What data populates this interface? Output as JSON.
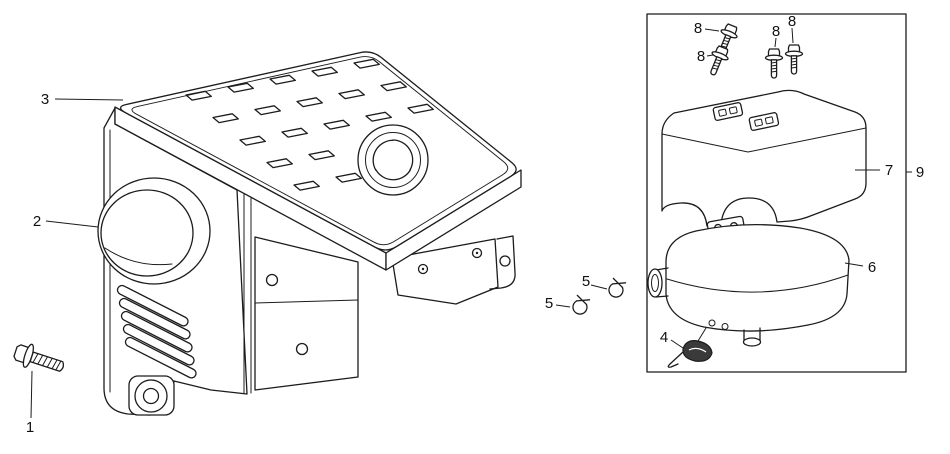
{
  "figure": {
    "background_color": "#ffffff",
    "line_color": "#1c1c1c",
    "gasket_fill_color": "#3a3a3a"
  },
  "callouts": [
    {
      "id": "callout-1",
      "label": "1"
    },
    {
      "id": "callout-2",
      "label": "2"
    },
    {
      "id": "callout-3",
      "label": "3"
    },
    {
      "id": "callout-4",
      "label": "4"
    },
    {
      "id": "callout-5a",
      "label": "5"
    },
    {
      "id": "callout-5b",
      "label": "5"
    },
    {
      "id": "callout-6",
      "label": "6"
    },
    {
      "id": "callout-7",
      "label": "7"
    },
    {
      "id": "callout-8a",
      "label": "8"
    },
    {
      "id": "callout-8b",
      "label": "8"
    },
    {
      "id": "callout-8c",
      "label": "8"
    },
    {
      "id": "callout-8d",
      "label": "8"
    },
    {
      "id": "callout-9",
      "label": "9"
    }
  ]
}
